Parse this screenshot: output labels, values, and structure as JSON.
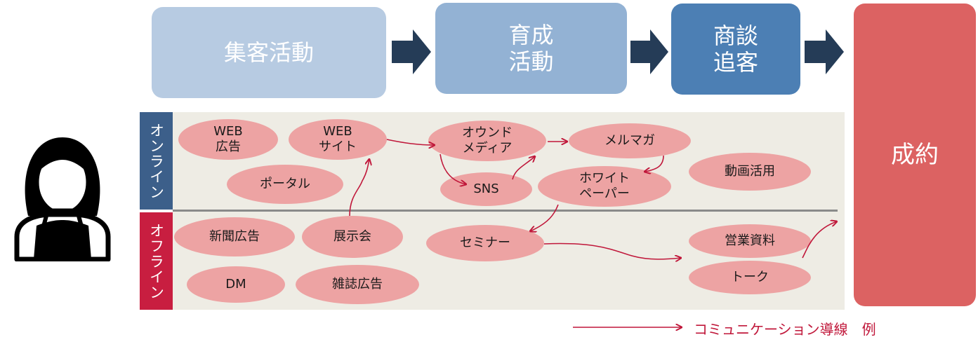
{
  "stages": {
    "acquire": "集客活動",
    "nurture": "育成\n活動",
    "negotiate": "商談\n追客",
    "close": "成約"
  },
  "rows": {
    "online": "オンライン",
    "offline": "オフライン"
  },
  "nodes": {
    "web_ad": "WEB\n広告",
    "web_site": "WEB\nサイト",
    "portal": "ポータル",
    "owned_media": "オウンド\nメディア",
    "sns": "SNS",
    "mailmag": "メルマガ",
    "whitepaper": "ホワイト\nペーパー",
    "video": "動画活用",
    "newspaper_ad": "新聞広告",
    "exhibition": "展示会",
    "seminar": "セミナー",
    "sales_material": "営業資料",
    "dm": "DM",
    "magazine_ad": "雑誌広告",
    "talk": "トーク"
  },
  "legend": {
    "label": "コミュニケーション導線　例"
  },
  "colors": {
    "stage_acquire": "#b7cbe2",
    "stage_nurture": "#93b2d4",
    "stage_negotiate": "#4c7fb4",
    "stage_close": "#dc6262",
    "arrow_block": "#253c57",
    "online_label": "#3c5f8a",
    "offline_label": "#c81e40",
    "node_fill": "#eda3a3",
    "flow_line": "#c0173a",
    "band": "#eeece4"
  }
}
